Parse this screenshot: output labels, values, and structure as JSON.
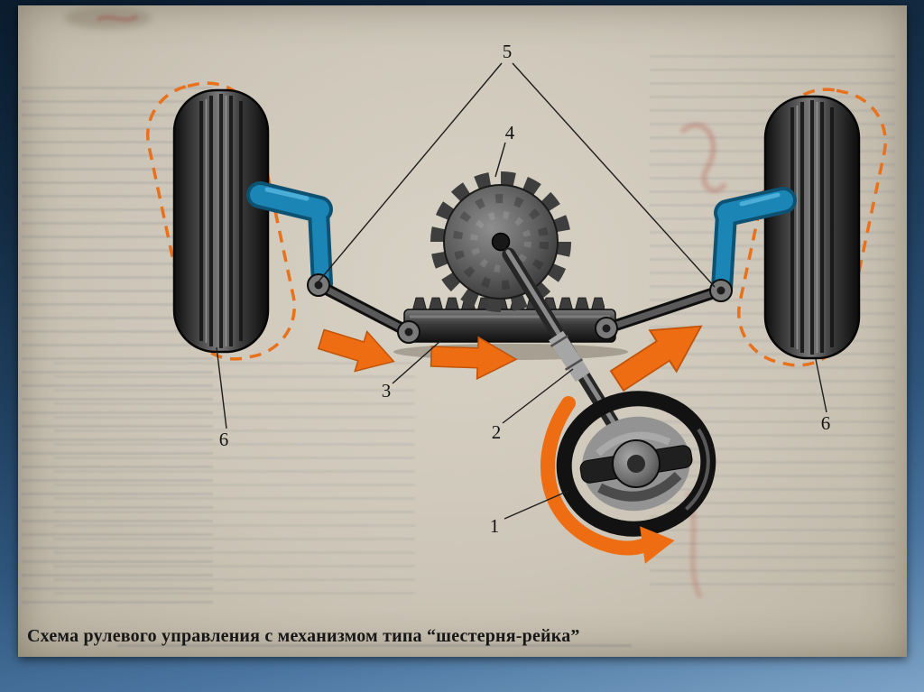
{
  "caption": {
    "text": "Схема рулевого управления с механизмом типа “шестерня-рейка”"
  },
  "labels": {
    "n1": "1",
    "n2": "2",
    "n3": "3",
    "n4": "4",
    "n5": "5",
    "n6_left": "6",
    "n6_right": "6"
  },
  "colors": {
    "arrow": "#ee6c12",
    "arrow_edge": "#c2540a",
    "knuckle": "#1b85b5",
    "knuckle_dark": "#0d5273",
    "paper": "#cdc6b8",
    "tire": "#2e2e2e",
    "ink": "#141414",
    "dashed_outline": "#e8711c",
    "slide_top": "#0a1c2e",
    "slide_bottom": "#7da3c6"
  }
}
